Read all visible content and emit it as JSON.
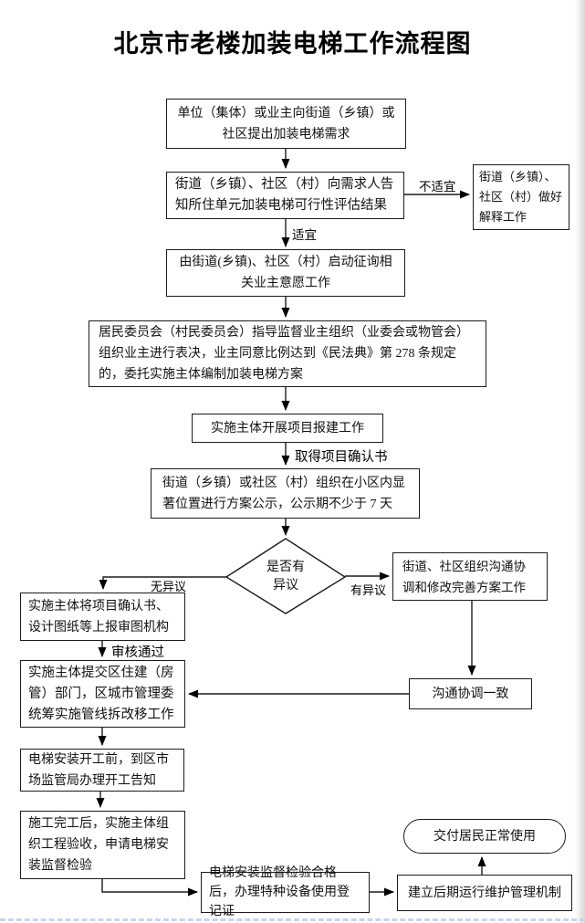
{
  "title": "北京市老楼加装电梯工作流程图",
  "nodes": {
    "demand": "单位（集体）或业主向街道（乡镇）或社区提出加装电梯需求",
    "feasibility": "街道（乡镇）、社区（村）向需求人告知所住单元加装电梯可行性评估结果",
    "explain": "街道（乡镇）、社区（村）做好解释工作",
    "solicit": "由街道(乡镇)、社区（村）启动征询相关业主意愿工作",
    "vote": "居民委员会（村民委员会）指导监督业主组织（业委会或物管会）组织业主进行表决，业主同意比例达到《民法典》第 278 条规定的，委托实施主体编制加装电梯方案",
    "filing": "实施主体开展项目报建工作",
    "publicity": "街道（乡镇）或社区（村）组织在小区内显著位置进行方案公示，公示期不少于 7 天",
    "decision": "是否有异议",
    "coordinate": "街道、社区组织沟通协调和修改完善方案工作",
    "review": "实施主体将项目确认书、设计图纸等上报审图机构",
    "submit": "实施主体提交区住建（房管）部门，区城市管理委统筹实施管线拆改移工作",
    "agree": "沟通协调一致",
    "notice": "电梯安装开工前，到区市场监管局办理开工告知",
    "acceptance": "施工完工后，实施主体组织工程验收，申请电梯安装监督检验",
    "register": "电梯安装监督检验合格后，办理特种设备使用登记证",
    "maintain": "建立后期运行维护管理机制",
    "deliver": "交付居民正常使用"
  },
  "edge_labels": {
    "unsuitable": "不适宜",
    "suitable": "适宜",
    "confirmation": "取得项目确认书",
    "objection": "有异议",
    "no_objection": "无异议",
    "approved": "审核通过"
  }
}
